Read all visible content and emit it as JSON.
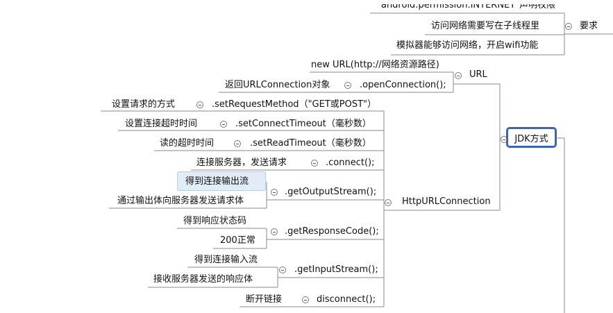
{
  "top": {
    "internet_permission": "\"android.permission.INTERNET\"声明权限",
    "network_in_thread": "访问网络需要写在子线程里",
    "emulator_wifi": "模拟器能够访问网络，开启wifi功能",
    "requirement": "要求"
  },
  "root": {
    "jdk_label": "JDK方式"
  },
  "url_branch": {
    "new_url": "new URL(http://网络资源路径)",
    "url": "URL",
    "return_conn": "返回URLConnection对象",
    "open_connection": ".openConnection();"
  },
  "http_branch": {
    "label": "HttpURLConnection",
    "methods": [
      {
        "method": ".setRequestMethod（\"GET或POST\"）",
        "details": [
          "设置请求的方式"
        ]
      },
      {
        "method": ".setConnectTimeout（毫秒数）",
        "details": [
          "设置连接超时时间"
        ]
      },
      {
        "method": ".setReadTimeout（毫秒数）",
        "details": [
          "读的超时时间"
        ]
      },
      {
        "method": ".connect();",
        "details": [
          "连接服务器，发送请求"
        ]
      },
      {
        "method": ".getOutputStream();",
        "details": [
          "得到连接输出流",
          "通过输出体向服务器发送请求体"
        ]
      },
      {
        "method": ".getResponseCode();",
        "details": [
          "得到响应状态码",
          "200正常"
        ]
      },
      {
        "method": ".getInputStream();",
        "details": [
          "得到连接输入流",
          "接收服务器发送的响应体"
        ]
      },
      {
        "method": "disconnect();",
        "details": [
          "断开链接"
        ]
      }
    ]
  }
}
